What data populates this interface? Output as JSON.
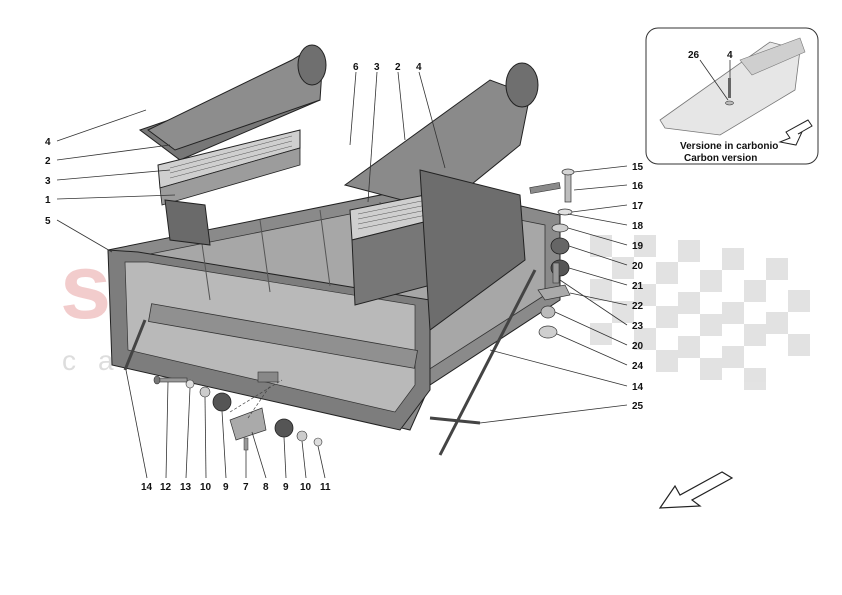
{
  "diagram": {
    "watermark": {
      "brand": "scuderia",
      "sub": "car parts"
    },
    "inset": {
      "caption_it": "Versione in carbonio",
      "caption_en": "Carbon version",
      "labels": [
        "26",
        "4"
      ]
    },
    "callouts": {
      "left": [
        "4",
        "2",
        "3",
        "1",
        "5"
      ],
      "top": [
        "6",
        "3",
        "2",
        "4"
      ],
      "right": [
        "15",
        "16",
        "17",
        "18",
        "19",
        "20",
        "21",
        "22",
        "23",
        "20",
        "24",
        "14",
        "25"
      ],
      "bottom": [
        "14",
        "12",
        "13",
        "10",
        "9",
        "7",
        "8",
        "9",
        "10",
        "11"
      ]
    }
  }
}
